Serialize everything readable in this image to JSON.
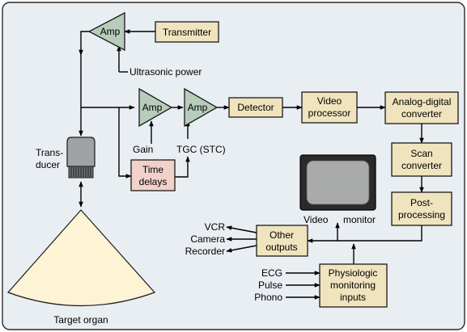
{
  "colors": {
    "background": "#E9EEF3",
    "block": "#F0E4BE",
    "amplifier": "#B7CCBA",
    "delay_block": "#F2D1CB",
    "beam": "#FDF4D6",
    "transducer": "#9FA3A6",
    "screen": "#A9ABAA"
  },
  "labels": {
    "amp_transmit": "Amp",
    "transmitter": "Transmitter",
    "ultrasonic_power": "Ultrasonic power",
    "transducer_line1": "Trans-",
    "transducer_line2": "ducer",
    "amp_receive": "Amp",
    "amp_tgc": "Amp",
    "gain": "Gain",
    "tgc": "TGC (STC)",
    "time_delays_line1": "Time",
    "time_delays_line2": "delays",
    "detector": "Detector",
    "video_processor_line1": "Video",
    "video_processor_line2": "processor",
    "adc_line1": "Analog-digital",
    "adc_line2": "converter",
    "scan_converter_line1": "Scan",
    "scan_converter_line2": "converter",
    "post_processing_line1": "Post-",
    "post_processing_line2": "processing",
    "video": "Video",
    "monitor": "monitor",
    "other_outputs_line1": "Other",
    "other_outputs_line2": "outputs",
    "vcr": "VCR",
    "camera": "Camera",
    "recorder": "Recorder",
    "ecg": "ECG",
    "pulse": "Pulse",
    "phono": "Phono",
    "physiologic_line1": "Physiologic",
    "physiologic_line2": "monitoring",
    "physiologic_line3": "inputs",
    "target_organ": "Target organ"
  }
}
